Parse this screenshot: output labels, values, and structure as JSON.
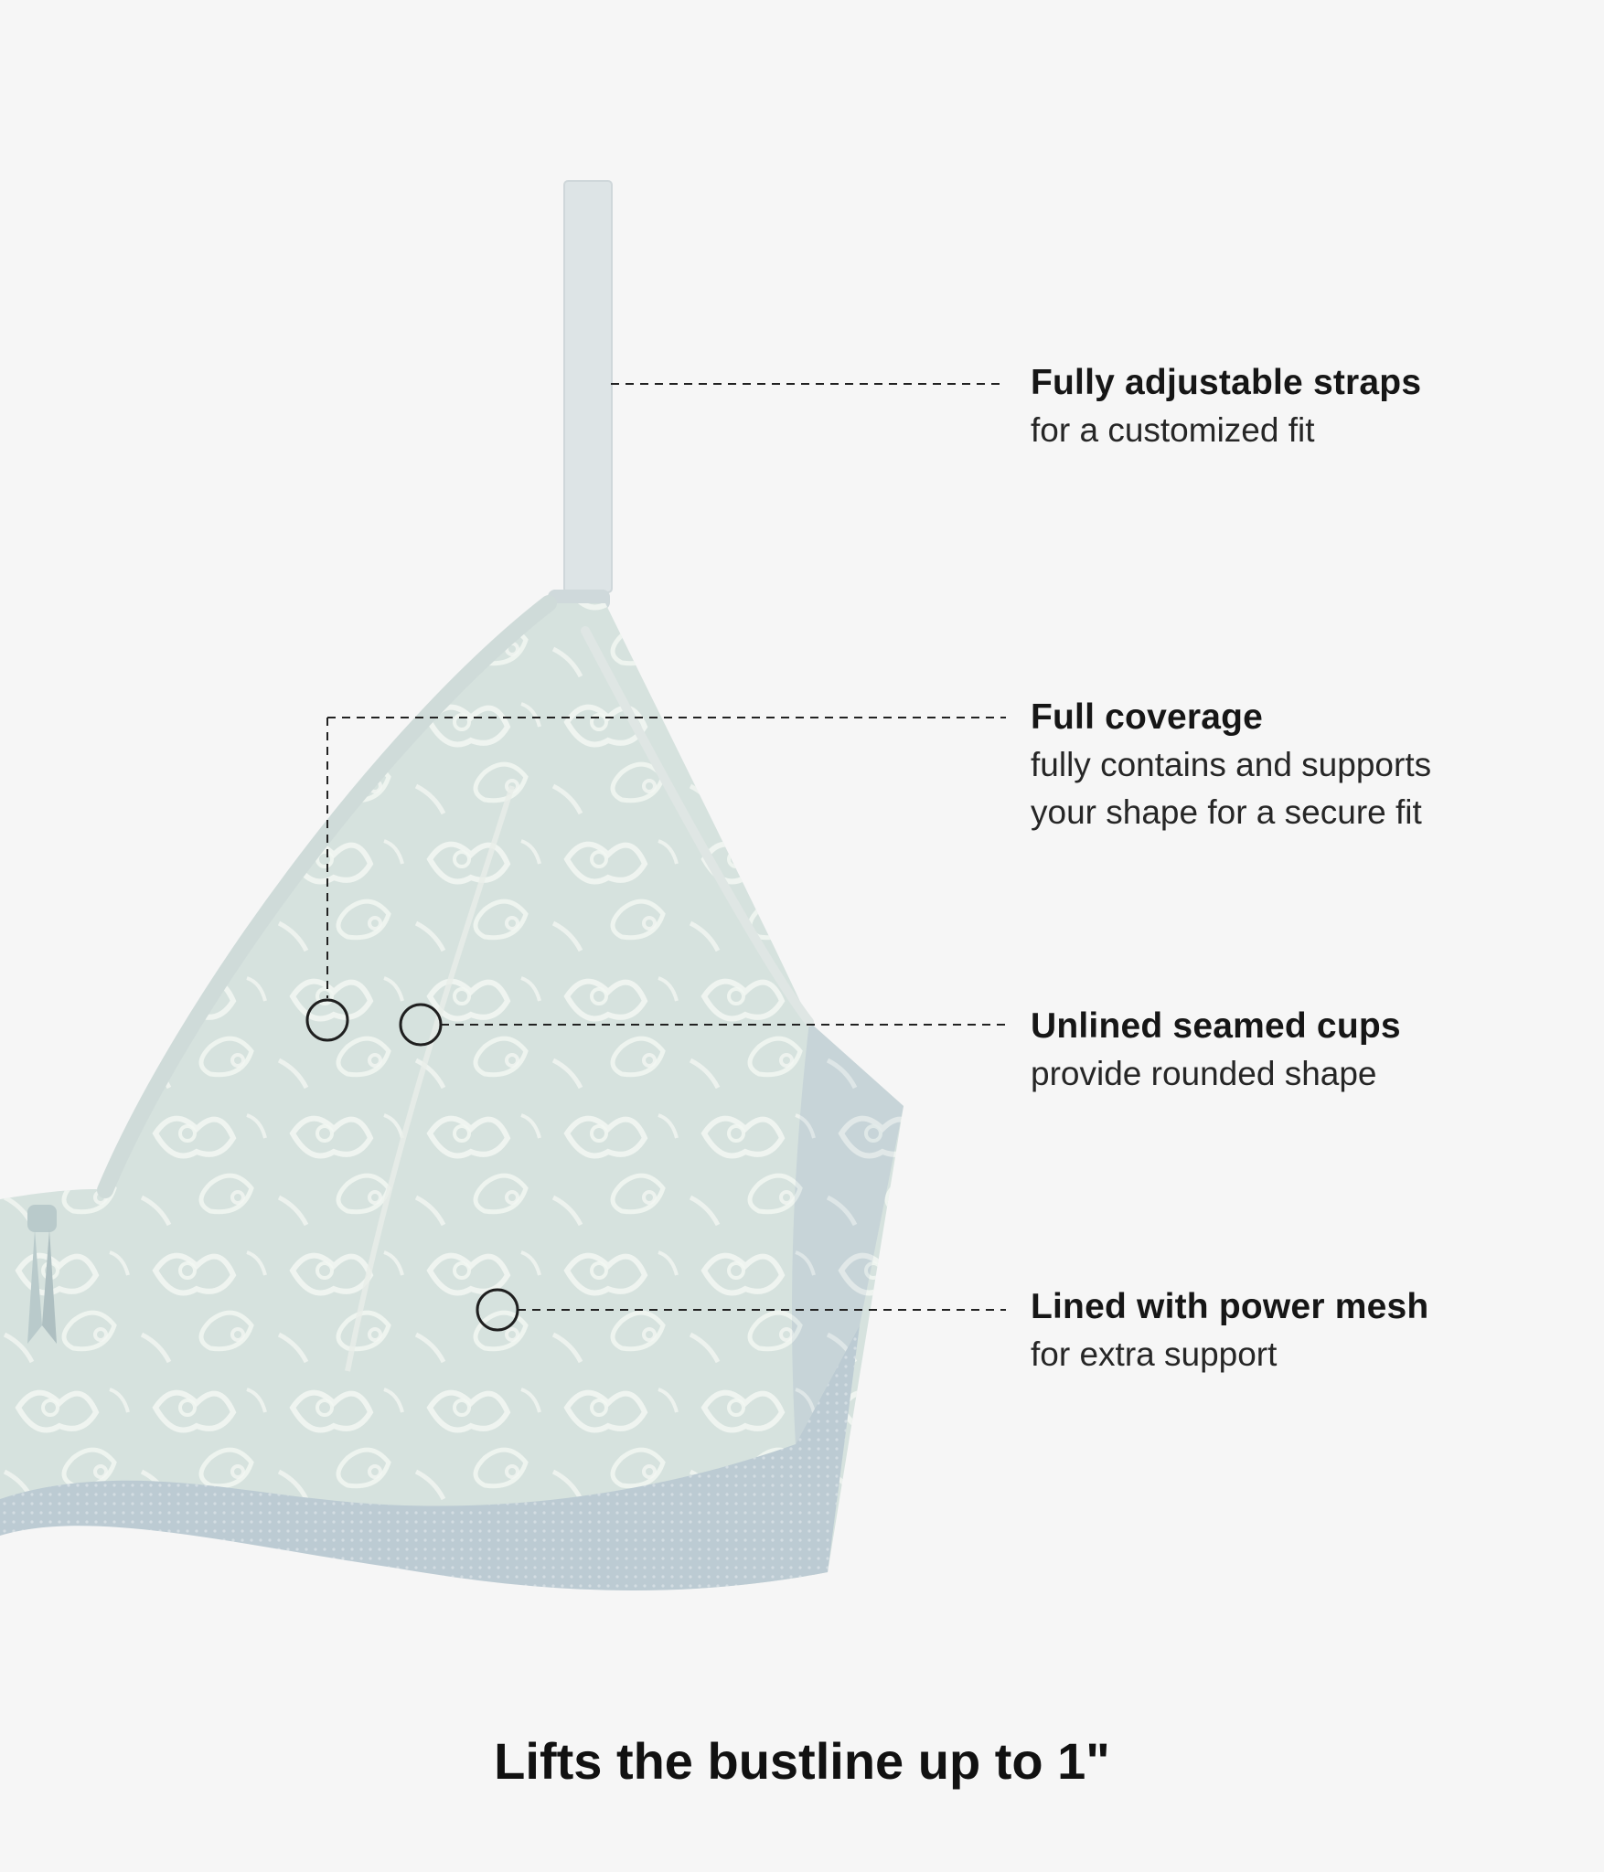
{
  "colors": {
    "background": "#f6f6f6",
    "text": "#161616",
    "lace_light": "#dbe6e2",
    "lace_mid": "#c5d3d2",
    "lace_band": "#b8c6cf",
    "lace_pattern": "#f7faf6",
    "strap": "#dde4e6",
    "callout_line": "#222222"
  },
  "features": [
    {
      "title": "Fully adjustable straps",
      "description": "for a customized fit"
    },
    {
      "title": "Full coverage",
      "description": "fully contains and supports\nyour shape for a secure fit"
    },
    {
      "title": "Unlined seamed cups",
      "description": "provide rounded shape"
    },
    {
      "title": "Lined with power mesh",
      "description": "for extra support"
    }
  ],
  "tagline": "Lifts the bustline up to 1\""
}
